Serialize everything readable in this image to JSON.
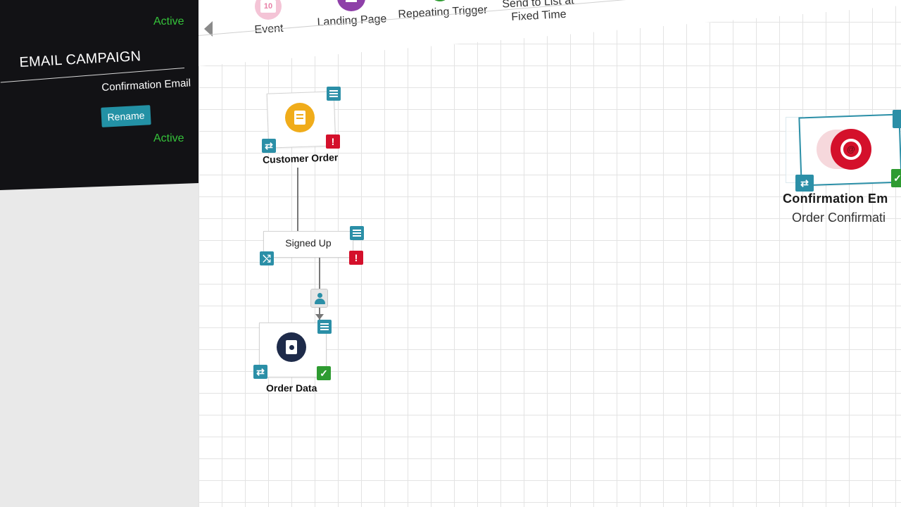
{
  "sidebar": {
    "status_top": "Active",
    "section_title": "EMAIL CAMPAIGN",
    "campaign_name": "Confirmation Email",
    "rename_label": "Rename",
    "status_bottom": "Active"
  },
  "toolbar": {
    "items": [
      {
        "label": "Event",
        "icon": "calendar-icon",
        "color": "#e87fa6",
        "day": "10"
      },
      {
        "label": "Landing Page",
        "icon": "landing-page-icon",
        "color": "#8e3fa8"
      },
      {
        "label": "Repeating Trigger",
        "icon": "repeat-icon",
        "color": "#2e9b31"
      },
      {
        "label": "Send to List at Fixed Time",
        "icon": "clock-icon"
      }
    ]
  },
  "nodes": {
    "customer_order": {
      "label": "Customer Order",
      "icon": "order-form-icon",
      "color": "#f0ac1a"
    },
    "signed_up": {
      "label": "Signed Up"
    },
    "order_data": {
      "label": "Order Data",
      "icon": "contact-book-icon",
      "color": "#1e2b4a"
    },
    "confirmation_email": {
      "label": "Confirmation Em",
      "sublabel": "Order Confirmati",
      "icon": "email-icon",
      "color": "#d4102b"
    }
  },
  "colors": {
    "accent": "#2b8fa7",
    "error": "#d4102b",
    "success": "#2e9b31",
    "status_active": "#35c23a"
  }
}
